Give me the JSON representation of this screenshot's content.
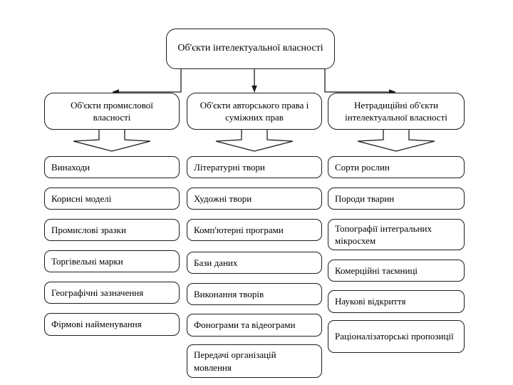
{
  "diagram": {
    "title": "Об'єкти інтелектуальної власності",
    "colors": {
      "stroke": "#1c1c1c",
      "background": "#ffffff",
      "text": "#000000"
    },
    "root": {
      "label": "Об'єкти інтелектуальної власності"
    },
    "branches": [
      {
        "label": "Об'єкти промислової власності",
        "items": [
          "Винаходи",
          "Корисні моделі",
          "Промислові зразки",
          "Торгівельні марки",
          "Географічні зазначення",
          "Фірмові найменування"
        ]
      },
      {
        "label": "Об'єкти авторського права і суміжних прав",
        "items": [
          "Літературні твори",
          "Художні твори",
          "Комп'ютерні програми",
          "Бази даних",
          "Виконання творів",
          "Фонограми та відеограми",
          "Передачі організацій мовлення"
        ]
      },
      {
        "label": "Нетрадиційні об'єкти інтелектуальної власності",
        "items": [
          "Сорти рослин",
          "Породи тварин",
          "Топографії інтегральних мікросхем",
          "Комерційні таємниці",
          "Наукові відкриття",
          "Раціоналізаторські пропозиції"
        ]
      }
    ]
  }
}
